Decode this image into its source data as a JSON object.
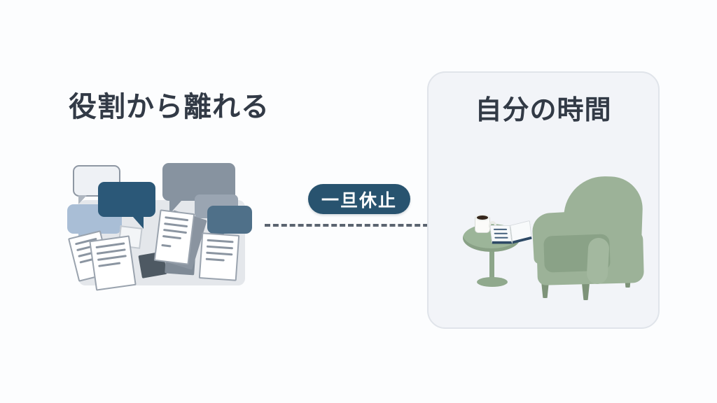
{
  "left_section": {
    "title": "役割から離れる",
    "illustration": {
      "icons": [
        "speech-bubble-icon",
        "document-icon",
        "paper-stack-icon"
      ]
    }
  },
  "transition": {
    "badge_label": "一旦休止",
    "arrow_style": "dashed-right"
  },
  "right_panel": {
    "title": "自分の時間",
    "illustration": {
      "icons": [
        "armchair-icon",
        "side-table-icon",
        "coffee-cup-icon",
        "open-book-icon"
      ]
    }
  },
  "colors": {
    "page_bg": "#fcfdfe",
    "heading_text": "#323a46",
    "badge_bg": "#28536f",
    "badge_text": "#ffffff",
    "panel_bg": "#f2f4f8",
    "panel_border": "#e0e4ea",
    "arrow": "#5b6470",
    "bubble_dark_blue": "#2b5878",
    "bubble_steel_blue": "#4f7089",
    "bubble_light_blue": "#a9bed6",
    "bubble_gray": "#8793a0",
    "chair_green": "#9cb298",
    "cushion_green": "#8aa287",
    "table_green": "#9cb599"
  }
}
